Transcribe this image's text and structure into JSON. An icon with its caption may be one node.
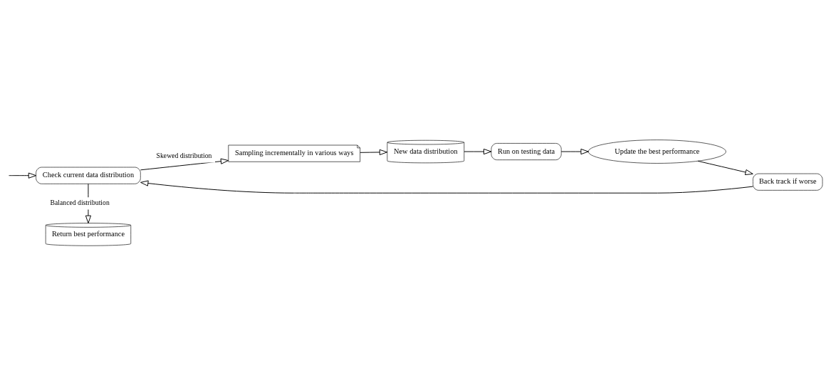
{
  "diagram": {
    "nodes": [
      {
        "text": [
          "Check current data distribution"
        ]
      },
      {
        "text": [
          "Sampling incrementally in various ways"
        ]
      },
      {
        "text": [
          "New data distribution"
        ]
      },
      {
        "text": [
          "Run on testing data"
        ]
      },
      {
        "text": [
          "Update the best performance"
        ]
      },
      {
        "text": [
          "Back track if worse"
        ]
      },
      {
        "text": [
          "Return best performance"
        ]
      }
    ],
    "edges": [
      {
        "from": null,
        "to": 0,
        "arrow": "to"
      },
      {
        "from": 0,
        "to": 1,
        "arrow": "to",
        "label": "Skewed distribution"
      },
      {
        "from": 1,
        "to": 2,
        "arrow": "to"
      },
      {
        "from": 2,
        "to": 3,
        "arrow": "to"
      },
      {
        "from": 3,
        "to": 4,
        "arrow": "to"
      },
      {
        "from": 4,
        "to": 5,
        "arrow": "to"
      },
      {
        "from": 5,
        "to": 0,
        "arrow": "to"
      },
      {
        "from": 0,
        "to": 6,
        "arrow": "to",
        "label": "Balanced distribution"
      }
    ]
  }
}
